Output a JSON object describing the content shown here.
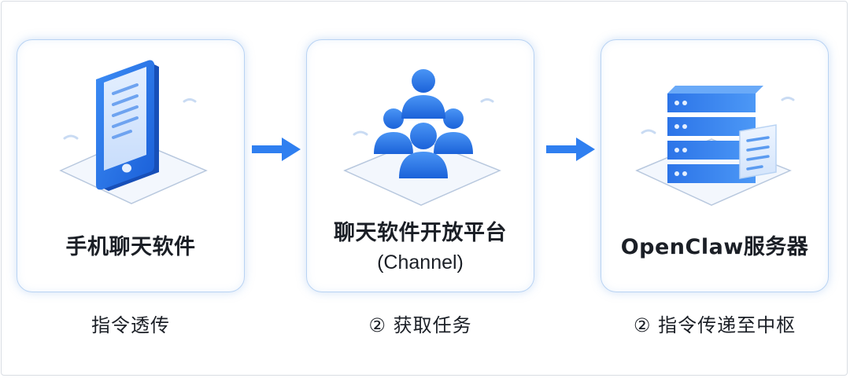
{
  "steps": [
    {
      "title": "手机聊天软件",
      "subtitle": "",
      "caption": "指令透传",
      "icon": "smartphone-icon"
    },
    {
      "title": "聊天软件开放平台",
      "subtitle": "(Channel)",
      "caption": "② 获取任务",
      "icon": "users-group-icon"
    },
    {
      "title": "OpenClaw服务器",
      "subtitle": "",
      "caption": "② 指令传递至中枢",
      "icon": "server-icon"
    }
  ],
  "connectors": [
    {
      "icon": "right-arrow-icon"
    },
    {
      "icon": "right-arrow-icon"
    }
  ],
  "colors": {
    "accent": "#2f7ff0",
    "accent_dark": "#1b5fd6",
    "card_border": "#b9d3f3",
    "text": "#1b1f26"
  }
}
